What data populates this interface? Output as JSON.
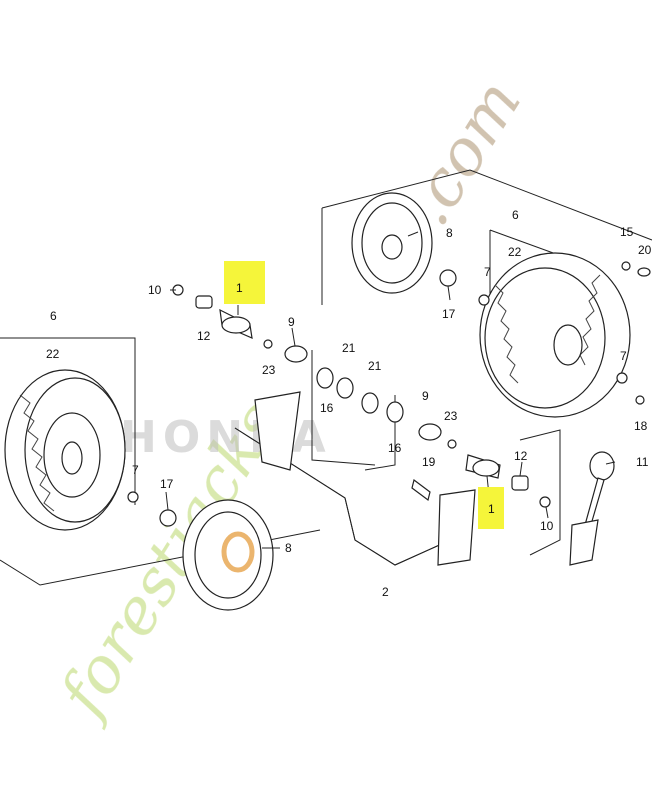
{
  "diagram": {
    "labels": {
      "l1a": "1",
      "l1b": "1",
      "l2": "2",
      "l6a": "6",
      "l6b": "6",
      "l7a": "7",
      "l7b": "7",
      "l7c": "7",
      "l8a": "8",
      "l8b": "8",
      "l9a": "9",
      "l9b": "9",
      "l10a": "10",
      "l10b": "10",
      "l11": "11",
      "l12a": "12",
      "l12b": "12",
      "l15": "15",
      "l16a": "16",
      "l16b": "16",
      "l17a": "17",
      "l17b": "17",
      "l18": "18",
      "l19": "19",
      "l20": "20",
      "l21a": "21",
      "l21b": "21",
      "l22a": "22",
      "l22b": "22",
      "l23a": "23",
      "l23b": "23"
    },
    "highlight_color": "#f5f53a",
    "watermark": {
      "text": "forestjacks.com",
      "color": "#cfe39a",
      "color2": "#c9b9a2"
    },
    "brand": {
      "text": "HONDA",
      "color": "#bdbdbd"
    }
  }
}
